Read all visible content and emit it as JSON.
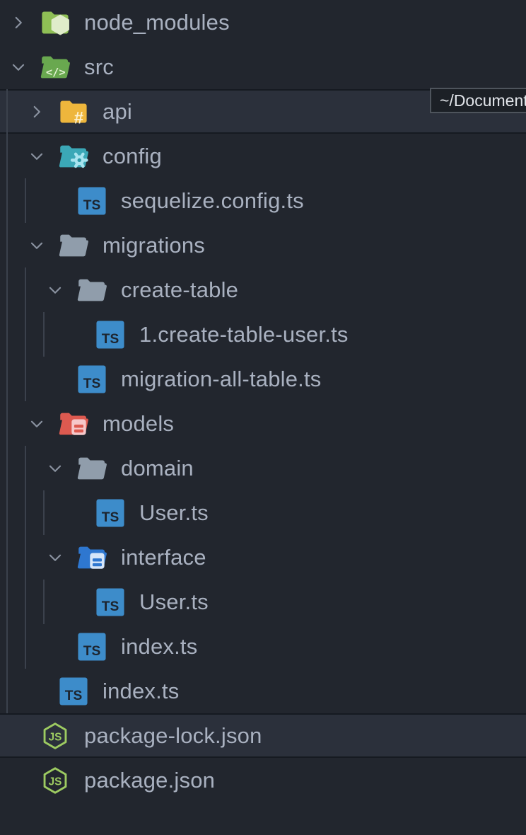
{
  "tooltip": {
    "text": "~/Document"
  },
  "tree": {
    "rows": [
      {
        "label": "node_modules",
        "type": "folder",
        "depth": 0,
        "icon": "folder-node-modules",
        "expanded": false,
        "highlighted": false
      },
      {
        "label": "src",
        "type": "folder",
        "depth": 0,
        "icon": "folder-src",
        "expanded": true,
        "highlighted": false
      },
      {
        "label": "api",
        "type": "folder",
        "depth": 1,
        "icon": "folder-api",
        "expanded": false,
        "highlighted": true
      },
      {
        "label": "config",
        "type": "folder",
        "depth": 1,
        "icon": "folder-config",
        "expanded": true,
        "highlighted": false
      },
      {
        "label": "sequelize.config.ts",
        "type": "file",
        "depth": 2,
        "icon": "file-ts",
        "expanded": false,
        "highlighted": false
      },
      {
        "label": "migrations",
        "type": "folder",
        "depth": 1,
        "icon": "folder-gray",
        "expanded": true,
        "highlighted": false
      },
      {
        "label": "create-table",
        "type": "folder",
        "depth": 2,
        "icon": "folder-gray",
        "expanded": true,
        "highlighted": false
      },
      {
        "label": "1.create-table-user.ts",
        "type": "file",
        "depth": 3,
        "icon": "file-ts",
        "expanded": false,
        "highlighted": false
      },
      {
        "label": "migration-all-table.ts",
        "type": "file",
        "depth": 2,
        "icon": "file-ts",
        "expanded": false,
        "highlighted": false
      },
      {
        "label": "models",
        "type": "folder",
        "depth": 1,
        "icon": "folder-models",
        "expanded": true,
        "highlighted": false
      },
      {
        "label": "domain",
        "type": "folder",
        "depth": 2,
        "icon": "folder-gray",
        "expanded": true,
        "highlighted": false
      },
      {
        "label": "User.ts",
        "type": "file",
        "depth": 3,
        "icon": "file-ts",
        "expanded": false,
        "highlighted": false
      },
      {
        "label": "interface",
        "type": "folder",
        "depth": 2,
        "icon": "folder-interface",
        "expanded": true,
        "highlighted": false
      },
      {
        "label": "User.ts",
        "type": "file",
        "depth": 3,
        "icon": "file-ts",
        "expanded": false,
        "highlighted": false
      },
      {
        "label": "index.ts",
        "type": "file",
        "depth": 2,
        "icon": "file-ts",
        "expanded": false,
        "highlighted": false
      },
      {
        "label": "index.ts",
        "type": "file",
        "depth": 1,
        "icon": "file-ts",
        "expanded": false,
        "highlighted": false
      },
      {
        "label": "package-lock.json",
        "type": "file",
        "depth": 0,
        "icon": "file-node",
        "expanded": false,
        "highlighted": true
      },
      {
        "label": "package.json",
        "type": "file",
        "depth": 0,
        "icon": "file-node",
        "expanded": false,
        "highlighted": false
      }
    ]
  },
  "colors": {
    "background": "#22262e",
    "row_highlight": "#2b303b",
    "row_border": "#161a21",
    "label": "#a9b1c0",
    "chevron": "#8a92a0",
    "indent_guide": "#3b414c",
    "tooltip_bg": "#1c2026",
    "tooltip_border": "#4e545c",
    "tooltip_text": "#e2e5ea",
    "folder_node": "#8fbf55",
    "node_badge": "#e0ecca",
    "folder_src": "#69a84f",
    "src_code": "#e2f2d2",
    "folder_api": "#eeb63c",
    "api_hash": "#fdf2d0",
    "folder_config": "#3ba8b7",
    "config_gear": "#a8e4ef",
    "config_gear_hole": "#2e99a8",
    "folder_gray": "#909dab",
    "folder_models": "#dd5a50",
    "models_badge": "#f6c8ca",
    "folder_interface": "#2e77d0",
    "interface_badge": "#d6e6f9",
    "ts_bg": "#3d8cca",
    "ts_text": "#1d242e",
    "node_green": "#9dcb61"
  }
}
